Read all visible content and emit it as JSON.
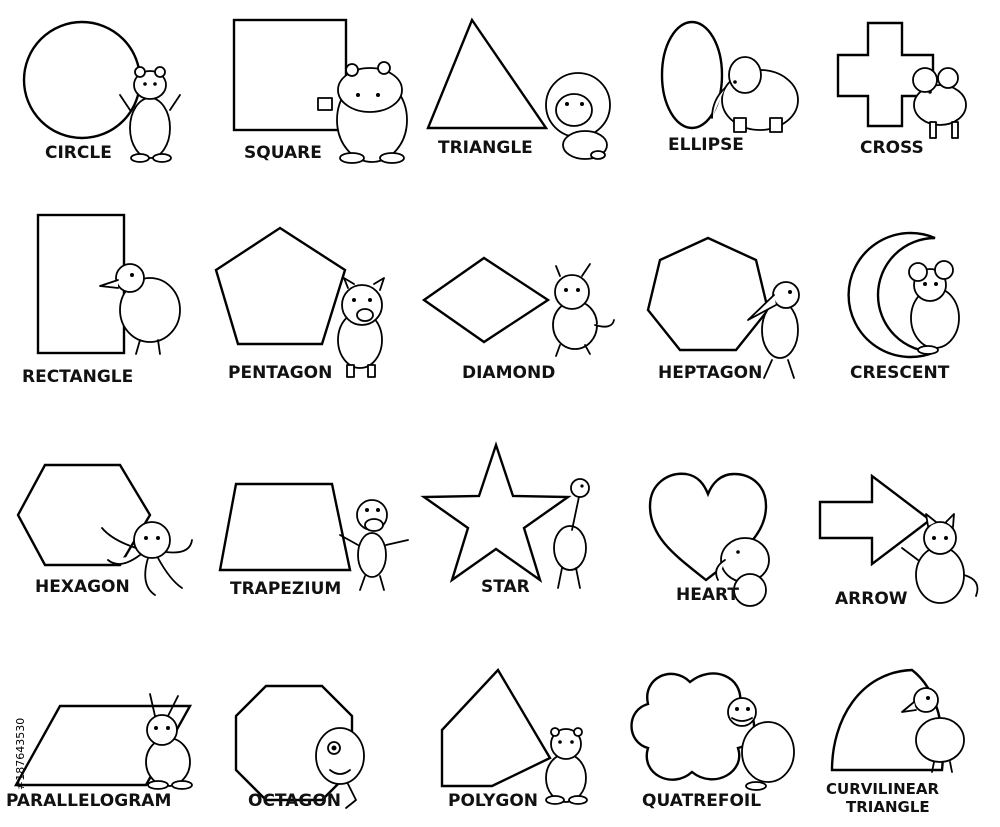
{
  "shapes": {
    "circle": "CIRCLE",
    "square": "SQUARE",
    "triangle": "TRIANGLE",
    "ellipse": "ELLIPSE",
    "cross": "CROSS",
    "rectangle": "RECTANGLE",
    "pentagon": "PENTAGON",
    "diamond": "DIAMOND",
    "heptagon": "HEPTAGON",
    "crescent": "CRESCENT",
    "hexagon": "HEXAGON",
    "trapezium": "TRAPEZIUM",
    "star": "STAR",
    "heart": "HEART",
    "arrow": "ARROW",
    "parallelogram": "PARALLELOGRAM",
    "octagon": "OCTAGON",
    "polygon": "POLYGON",
    "quatrefoil": "QUATREFOIL",
    "curvilinear_line1": "CURVILINEAR",
    "curvilinear_line2": "TRIANGLE"
  },
  "stock_id": "#187643530"
}
